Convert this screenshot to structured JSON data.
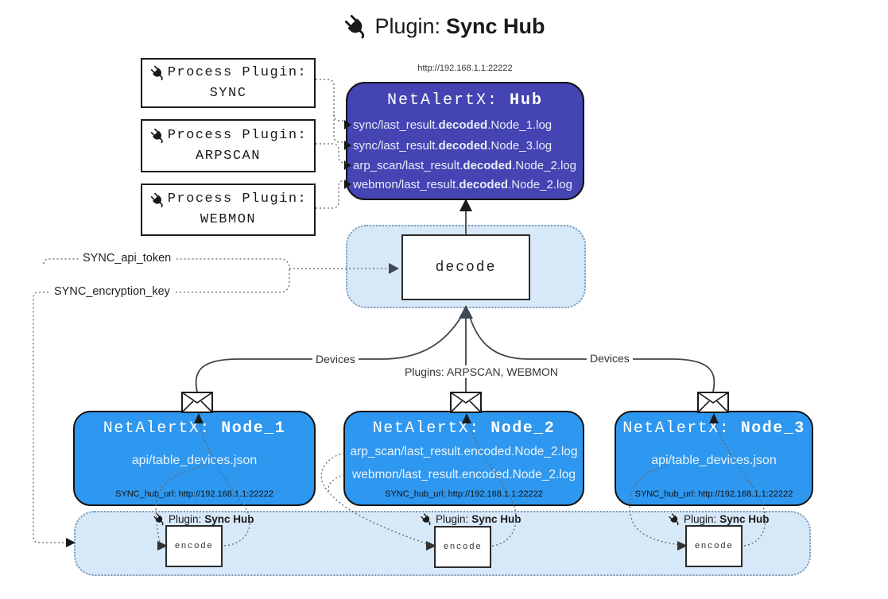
{
  "title": {
    "prefix": "Plugin:",
    "bold": "Sync Hub"
  },
  "process_plugins": [
    {
      "label": "Process Plugin:",
      "name": "SYNC"
    },
    {
      "label": "Process Plugin:",
      "name": "ARPSCAN"
    },
    {
      "label": "Process Plugin:",
      "name": "WEBMON"
    }
  ],
  "hub": {
    "url": "http://192.168.1.1:22222",
    "title_prefix": "NetAlertX:",
    "title_bold": "Hub",
    "lines": [
      {
        "pre": "sync/last_result.",
        "bold": "decoded",
        "post": ".Node_1.log"
      },
      {
        "pre": "sync/last_result.",
        "bold": "decoded",
        "post": ".Node_3.log"
      },
      {
        "pre": "arp_scan/last_result.",
        "bold": "decoded",
        "post": ".Node_2.log"
      },
      {
        "pre": "webmon/last_result.",
        "bold": "decoded",
        "post": ".Node_2.log"
      }
    ]
  },
  "decode_label": "decode",
  "tokens": {
    "api_token": "SYNC_api_token",
    "encryption_key": "SYNC_encryption_key"
  },
  "edges": {
    "devices_left": "Devices",
    "devices_right": "Devices",
    "plugins_mid": "Plugins: ARPSCAN, WEBMON"
  },
  "nodes": [
    {
      "title_prefix": "NetAlertX:",
      "title_bold": "Node_1",
      "lines": [
        "api/table_devices.json"
      ],
      "hub_url": "SYNC_hub_url: http://192.168.1.1:22222"
    },
    {
      "title_prefix": "NetAlertX:",
      "title_bold": "Node_2",
      "lines": [
        "arp_scan/last_result.encoded.Node_2.log",
        "webmon/last_result.encoded.Node_2.log"
      ],
      "hub_url": "SYNC_hub_url: http://192.168.1.1:22222"
    },
    {
      "title_prefix": "NetAlertX:",
      "title_bold": "Node_3",
      "lines": [
        "api/table_devices.json"
      ],
      "hub_url": "SYNC_hub_url: http://192.168.1.1:22222"
    }
  ],
  "sync_band": {
    "plugin_label_prefix": "Plugin:",
    "plugin_label_bold": "Sync Hub",
    "encode_label": "encode"
  },
  "colors": {
    "hub_bg": "#4444b3",
    "node_bg": "#2e97ef",
    "band_bg": "#d7e8f8",
    "band_border": "#7d9ab5",
    "connector": "#444444",
    "arrowhead_dark": "#3e4a57"
  }
}
